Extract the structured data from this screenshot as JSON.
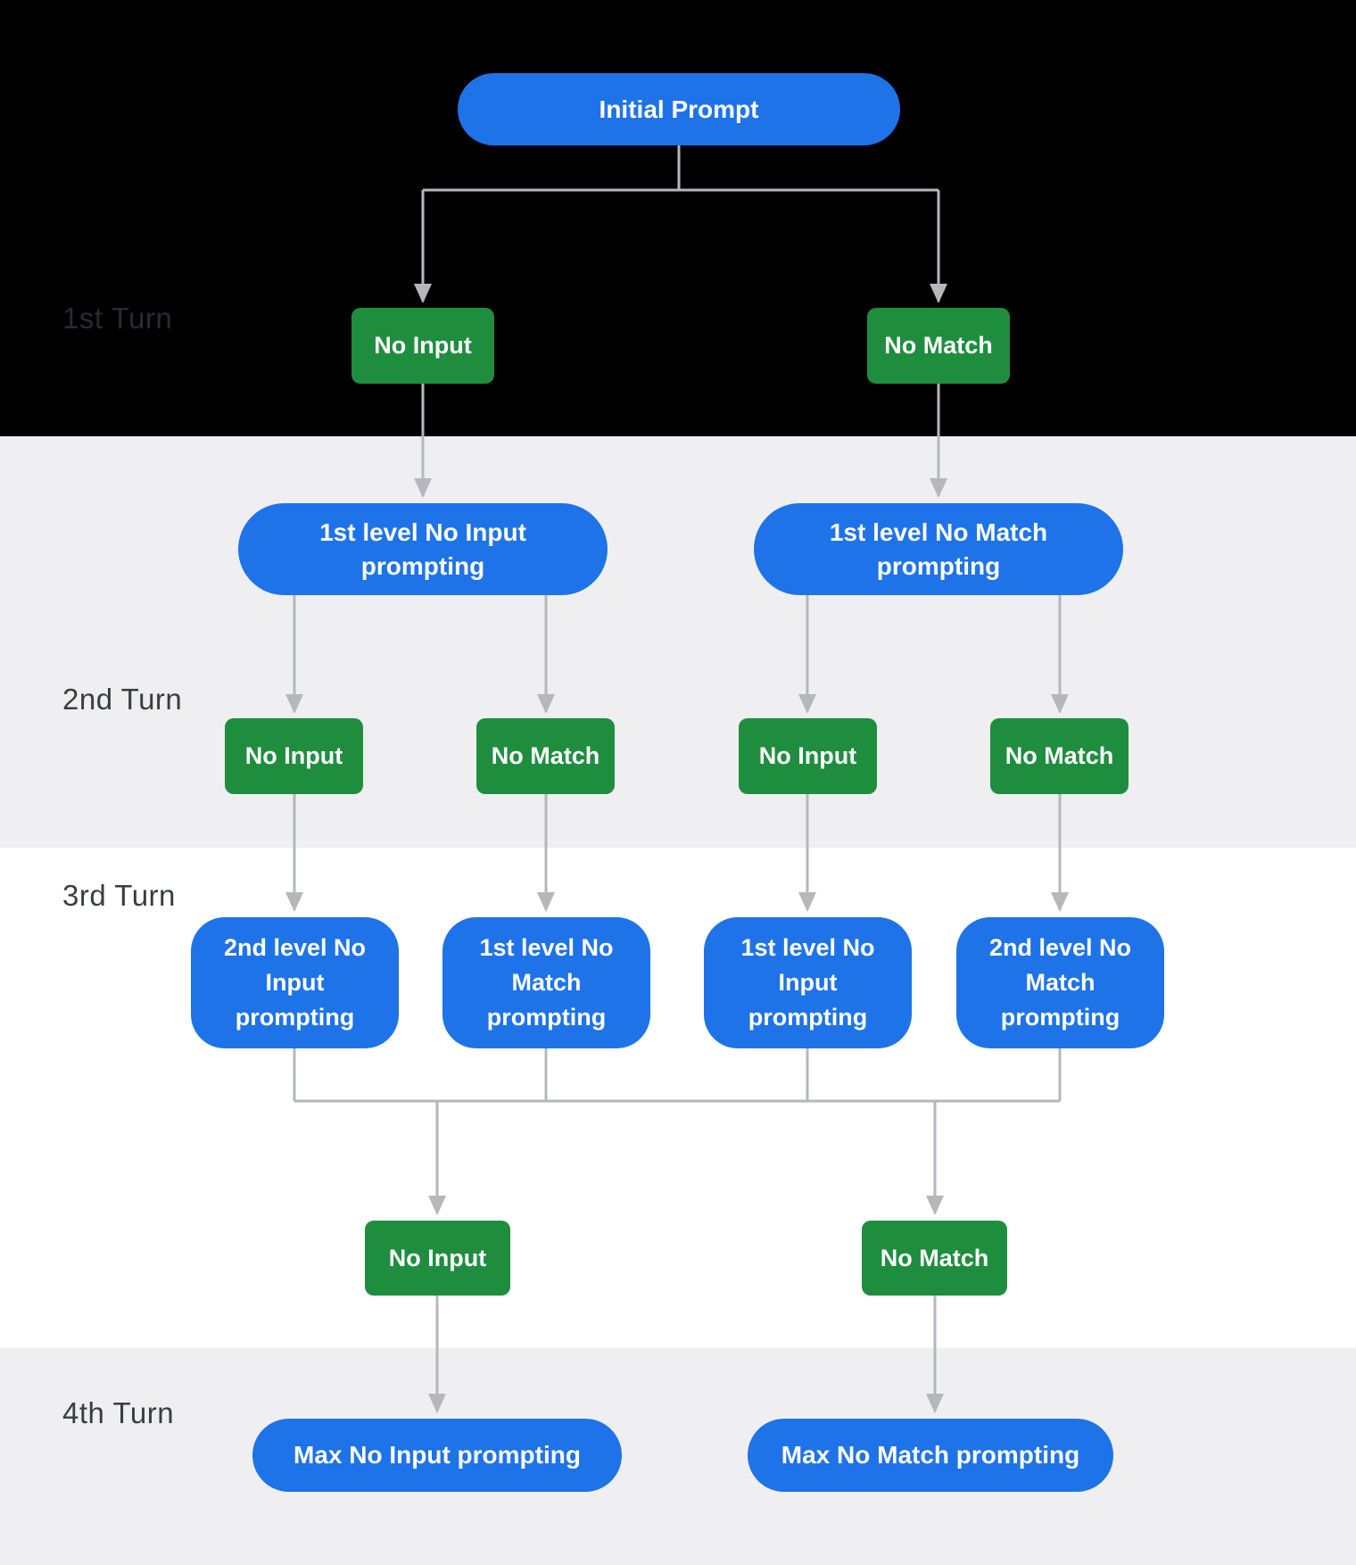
{
  "diagram": {
    "initial_prompt": "Initial Prompt",
    "turn1_events": [
      "No Input",
      "No Match"
    ],
    "level1_prompts": [
      "1st level No Input prompting",
      "1st level No Match prompting"
    ],
    "turn2_events": [
      "No Input",
      "No Match",
      "No Input",
      "No Match"
    ],
    "level2_prompts": [
      "2nd level No Input prompting",
      "1st level No Match prompting",
      "1st level No Input prompting",
      "2nd level No Match prompting"
    ],
    "turn3_events": [
      "No Input",
      "No Match"
    ],
    "max_prompts": [
      "Max No Input prompting",
      "Max No Match prompting"
    ],
    "turn_labels": [
      "1st Turn",
      "2nd Turn",
      "3rd Turn",
      "4th Turn"
    ],
    "colors": {
      "prompt_blue": "#1e73e8",
      "event_green": "#1e8e3e",
      "band_black": "#000000",
      "band_gray": "#efeff1",
      "band_white": "#ffffff",
      "connector": "#b4b7bb",
      "label": "#3a3d40",
      "label_on_black": "#282b2f"
    }
  }
}
